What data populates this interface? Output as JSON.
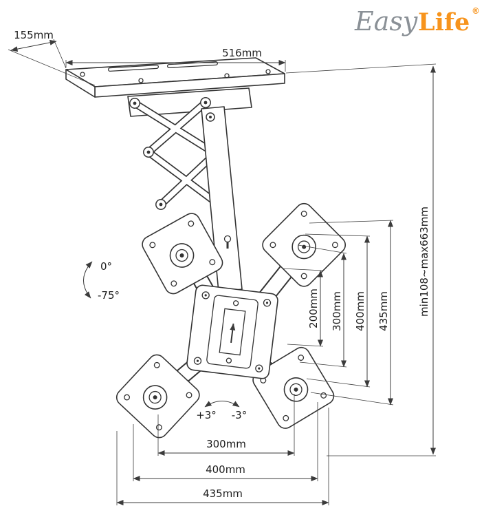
{
  "brand": {
    "easy": "Easy",
    "life": "Life",
    "registered": "®"
  },
  "colors": {
    "brand_gray": "#8a9096",
    "brand_orange": "#f7941d",
    "line": "#333333"
  },
  "dimensions": {
    "top_depth": "155mm",
    "top_width": "516mm",
    "right_vertical": [
      {
        "label": "200mm"
      },
      {
        "label": "300mm"
      },
      {
        "label": "400mm"
      },
      {
        "label": "435mm"
      },
      {
        "label": "min108~max663mm"
      }
    ],
    "bottom_horizontal": [
      {
        "label": "300mm"
      },
      {
        "label": "400mm"
      },
      {
        "label": "435mm"
      }
    ]
  },
  "angles": {
    "tilt_min": "0°",
    "tilt_max": "-75°",
    "swivel_plus": "+3°",
    "swivel_minus": "-3°"
  }
}
